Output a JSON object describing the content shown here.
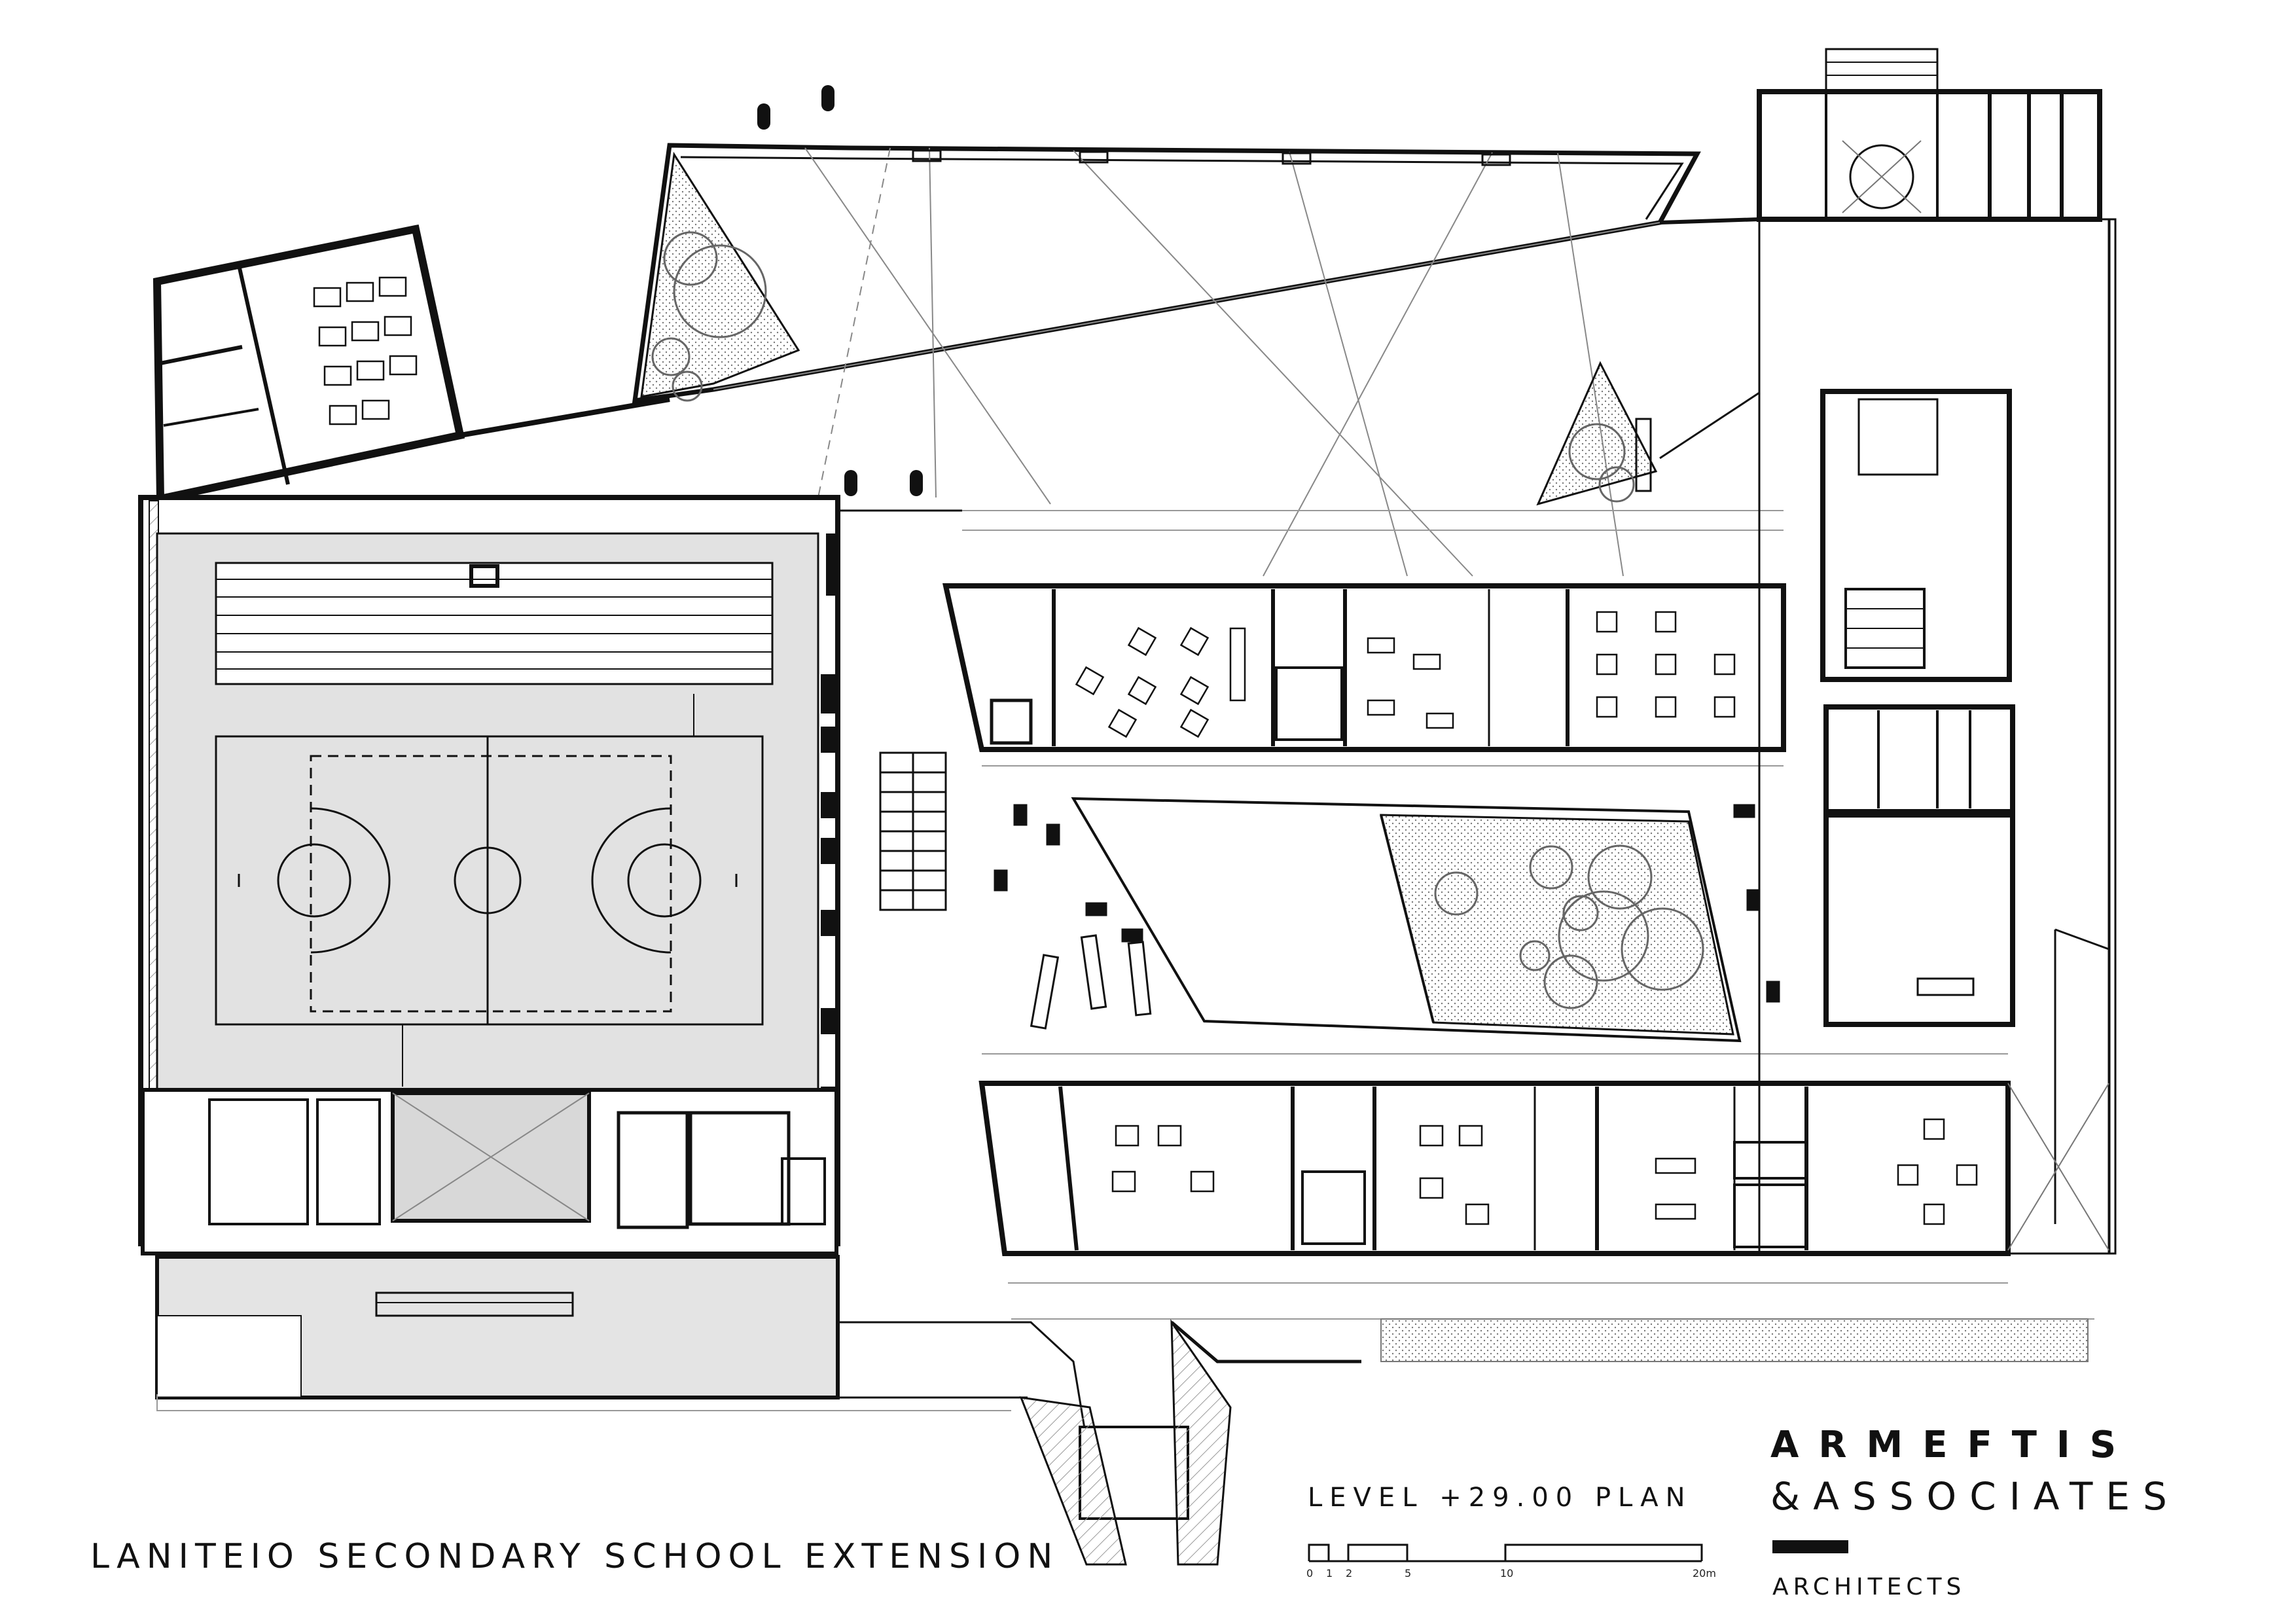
{
  "title": "LANITEIO SECONDARY SCHOOL EXTENSION",
  "level_label": "LEVEL +29.00 PLAN",
  "firm": {
    "name_line1": "ARMEFTIS",
    "name_line2": "&ASSOCIATES",
    "name_line3": "ARCHITECTS"
  },
  "scale_bar": {
    "unit": "m",
    "ticks": [
      "0",
      "1",
      "2",
      "5",
      "10",
      "20m"
    ]
  },
  "colors": {
    "line": "#111111",
    "thin_line": "#777777",
    "court_fill": "#e2e2e2",
    "hatch_fill": "#d6d6d6"
  }
}
